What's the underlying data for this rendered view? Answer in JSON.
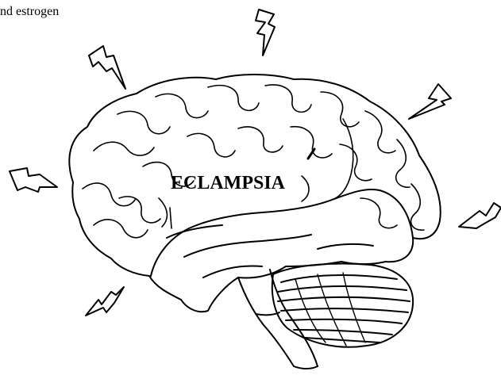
{
  "caption": "nd estrogen",
  "label": "ECLAMPSIA",
  "colors": {
    "stroke": "#000000",
    "background": "#ffffff"
  },
  "icons": [
    "brain-illustration",
    "lightning-bolt-icon"
  ]
}
